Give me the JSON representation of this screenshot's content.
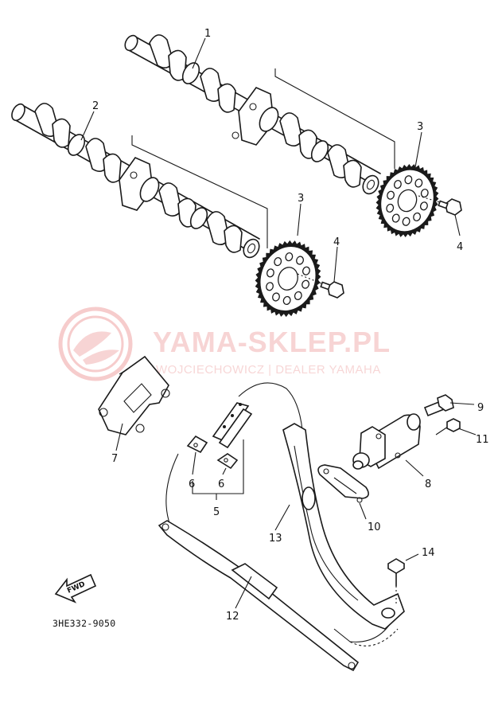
{
  "diagram": {
    "part_code": "3HE332-9050",
    "fwd_label": "FWD",
    "callouts": [
      {
        "id": "c1",
        "label": "1"
      },
      {
        "id": "c2",
        "label": "2"
      },
      {
        "id": "c3a",
        "label": "3"
      },
      {
        "id": "c3b",
        "label": "3"
      },
      {
        "id": "c4a",
        "label": "4"
      },
      {
        "id": "c4b",
        "label": "4"
      },
      {
        "id": "c5",
        "label": "5"
      },
      {
        "id": "c6a",
        "label": "6"
      },
      {
        "id": "c6b",
        "label": "6"
      },
      {
        "id": "c7",
        "label": "7"
      },
      {
        "id": "c8",
        "label": "8"
      },
      {
        "id": "c9",
        "label": "9"
      },
      {
        "id": "c10",
        "label": "10"
      },
      {
        "id": "c11",
        "label": "11"
      },
      {
        "id": "c12",
        "label": "12"
      },
      {
        "id": "c13",
        "label": "13"
      },
      {
        "id": "c14",
        "label": "14"
      }
    ]
  },
  "watermark": {
    "title": "YAMA-SKLEP.PL",
    "subtitle": "WOJCIECHOWICZ | DEALER YAMAHA",
    "color": "#e8554f"
  }
}
